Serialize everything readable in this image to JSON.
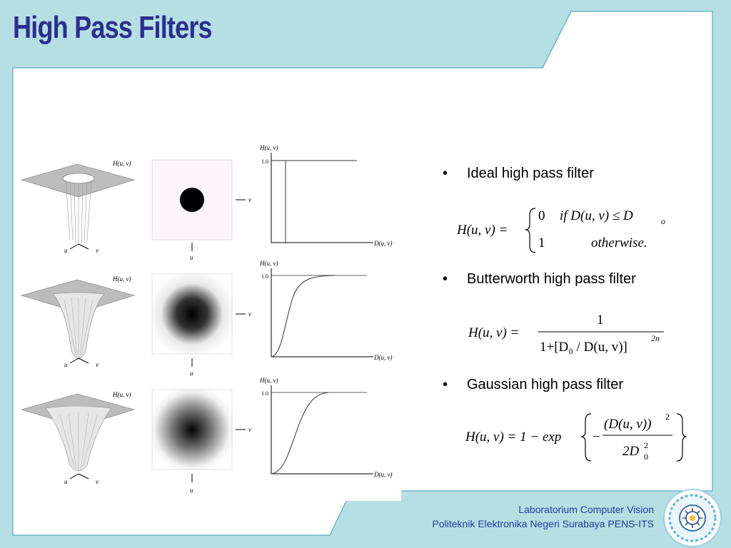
{
  "slide": {
    "title": "High Pass Filters"
  },
  "figure": {
    "surface_axis_label": "H(u, v)",
    "curve_axis_label": "H(u, v)",
    "tick_one": "1.0",
    "x_axis_label": "D(u, v)",
    "u_label": "u",
    "v_label": "v"
  },
  "bullets": [
    {
      "marker": "•",
      "text": "Ideal high pass filter"
    },
    {
      "marker": "•",
      "text": "Butterworth high pass filter"
    },
    {
      "marker": "•",
      "text": "Gaussian high pass filter"
    }
  ],
  "formulas": {
    "ideal": {
      "lhs": "H(u, v) =",
      "case1_value": "0",
      "case1_cond": "if  D(u, v) ≤ D",
      "case1_sub": "o",
      "case2_value": "1",
      "case2_cond": "otherwise."
    },
    "butterworth": {
      "lhs": "H(u, v) =",
      "numerator": "1",
      "denominator": "1+[D₀ / D(u, v)]",
      "exponent": "2n"
    },
    "gaussian": {
      "lhs": "H(u, v) = 1 − exp",
      "numerator": "(D(u, v))",
      "num_exponent": "2",
      "denominator": "2D",
      "den_sub": "0",
      "den_exponent": "2"
    }
  },
  "footer": {
    "line1": "Laboratorium Computer Vision",
    "line2": "Politeknik Elektronika Negeri Surabaya PENS-ITS"
  },
  "colors": {
    "background": "#b6dfe3",
    "title": "#2b2f8f",
    "border": "#6fb6c9",
    "footer_text": "#1f3c9f"
  }
}
